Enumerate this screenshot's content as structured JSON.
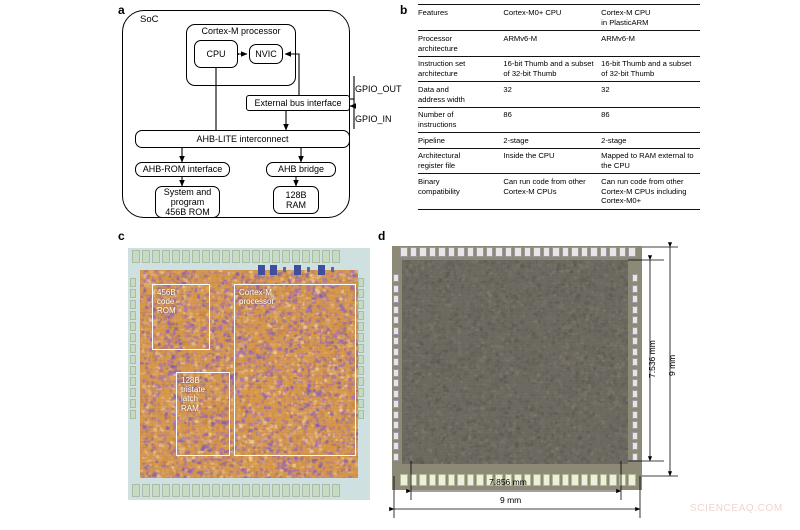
{
  "figure": {
    "panel_a_letter": "a",
    "panel_b_letter": "b",
    "panel_c_letter": "c",
    "panel_d_letter": "d",
    "watermark": "SCIENCEAQ.COM"
  },
  "panel_a": {
    "soc_label": "SoC",
    "cortex_title": "Cortex-M processor",
    "cpu": "CPU",
    "nvic": "NVIC",
    "external_bus_interface": "External bus interface",
    "ahb_lite": "AHB-LITE interconnect",
    "ahb_rom_interface": "AHB-ROM interface",
    "ahb_bridge": "AHB bridge",
    "rom": "System and program 456B ROM",
    "rom_l1": "System and",
    "rom_l2": "program",
    "rom_l3": "456B ROM",
    "ram_l1": "128B",
    "ram_l2": "RAM",
    "gpio_out": "GPIO_OUT",
    "gpio_in": "GPIO_IN"
  },
  "panel_b": {
    "columns": [
      "Features",
      "Cortex-M0+ CPU",
      "Cortex-M CPU in PlasticARM"
    ],
    "col2_line1": "Cortex-M CPU",
    "col2_line2": "in PlasticARM",
    "rows": [
      {
        "feature": "Processor architecture",
        "feature_l1": "Processor",
        "feature_l2": "architecture",
        "m0plus": "ARMv6-M",
        "plasticarm": "ARMv6-M"
      },
      {
        "feature": "Instruction set architecture",
        "feature_l1": "Instruction set",
        "feature_l2": "architecture",
        "m0plus": "16-bit Thumb and a subset of 32-bit Thumb",
        "plasticarm": "16-bit Thumb and a subset of 32-bit Thumb"
      },
      {
        "feature": "Data and address width",
        "feature_l1": "Data and",
        "feature_l2": "address width",
        "m0plus": "32",
        "plasticarm": "32"
      },
      {
        "feature": "Number of instructions",
        "feature_l1": "Number of",
        "feature_l2": "instructions",
        "m0plus": "86",
        "plasticarm": "86"
      },
      {
        "feature": "Pipeline",
        "feature_l1": "Pipeline",
        "feature_l2": "",
        "m0plus": "2-stage",
        "plasticarm": "2-stage"
      },
      {
        "feature": "Architectural register file",
        "feature_l1": "Architectural",
        "feature_l2": "register file",
        "m0plus": "Inside the CPU",
        "plasticarm": "Mapped to RAM external to the CPU"
      },
      {
        "feature": "Binary compatibility",
        "feature_l1": "Binary",
        "feature_l2": "compatibility",
        "m0plus": "Can run code from other Cortex-M CPUs",
        "plasticarm": "Can run code from other Cortex-M CPUs including Cortex-M0+"
      }
    ]
  },
  "panel_c": {
    "regions": [
      {
        "name": "code-rom",
        "label": "456B code ROM",
        "l1": "456B",
        "l2": "code",
        "l3": "ROM"
      },
      {
        "name": "cortex-m",
        "label": "Cortex-M processor",
        "l1": "Cortex-M",
        "l2": "processor",
        "l3": ""
      },
      {
        "name": "tristate-ram",
        "label": "128B tristate latch RAM",
        "l1": "128B",
        "l2": "tristate",
        "l3": "latch",
        "l4": "RAM"
      }
    ]
  },
  "panel_d": {
    "dim_width_inner": "7.856 mm",
    "dim_width_outer": "9 mm",
    "dim_height_inner": "7.536 mm",
    "dim_height_outer": "9 mm"
  },
  "colors": {
    "die_c_core": "#d99a4e",
    "die_c_frame": "#cfe0e0",
    "die_d_frame": "#8c8a76",
    "die_d_core": "#6e6a62",
    "rule": "#111111",
    "watermark": "#f0d4d4"
  }
}
